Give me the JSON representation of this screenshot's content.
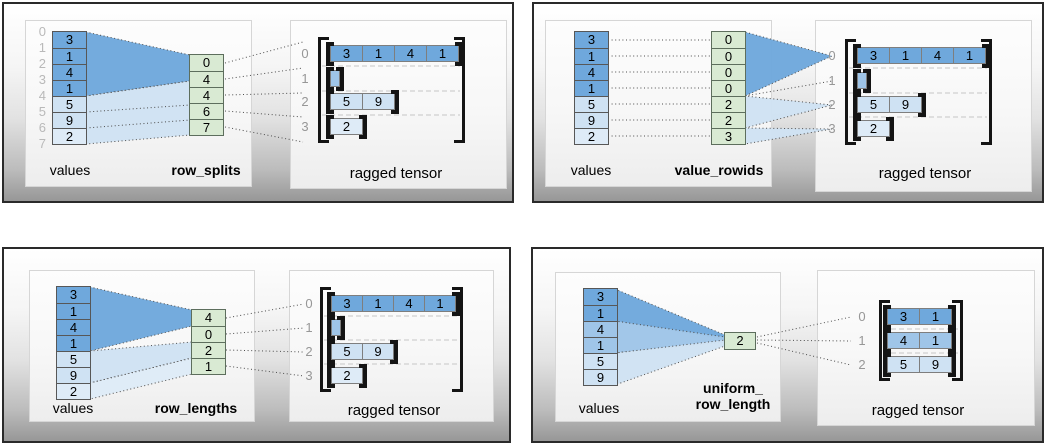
{
  "colors": {
    "shade_dark": "#6fa8dc",
    "shade_medium": "#9fc5e8",
    "shade_light": "#cfe2f3",
    "shade_lighter": "#deebf7",
    "method_cell_green": "#d9ead3",
    "value_index_gray": "#b9b9b9",
    "row_index_gray": "#979797",
    "bracket_black": "#141414"
  },
  "panels": [
    {
      "id": "row_splits",
      "labels": {
        "values": "values",
        "method": "row_splits",
        "tensor": "ragged tensor"
      },
      "values": [
        "3",
        "1",
        "4",
        "1",
        "5",
        "9",
        "2"
      ],
      "value_shades": [
        "dark",
        "dark",
        "dark",
        "dark",
        "light",
        "light",
        "lighter"
      ],
      "value_indices": [
        "0",
        "1",
        "2",
        "3",
        "4",
        "5",
        "6",
        "7"
      ],
      "method_cells": [
        "0",
        "4",
        "4",
        "6",
        "7"
      ],
      "tensor_rows": [
        {
          "index": "0",
          "cells": [
            "3",
            "1",
            "4",
            "1"
          ],
          "shade": "dark"
        },
        {
          "index": "1",
          "cells": [],
          "shade": "medium"
        },
        {
          "index": "2",
          "cells": [
            "5",
            "9"
          ],
          "shade": "light"
        },
        {
          "index": "3",
          "cells": [
            "2"
          ],
          "shade": "lighter"
        }
      ]
    },
    {
      "id": "value_rowids",
      "labels": {
        "values": "values",
        "method": "value_rowids",
        "tensor": "ragged tensor"
      },
      "values": [
        "3",
        "1",
        "4",
        "1",
        "5",
        "9",
        "2"
      ],
      "value_shades": [
        "dark",
        "dark",
        "dark",
        "dark",
        "light",
        "light",
        "lighter"
      ],
      "method_cells": [
        "0",
        "0",
        "0",
        "0",
        "2",
        "2",
        "3"
      ],
      "tensor_rows": [
        {
          "index": "0",
          "cells": [
            "3",
            "1",
            "4",
            "1"
          ],
          "shade": "dark"
        },
        {
          "index": "1",
          "cells": [],
          "shade": "medium"
        },
        {
          "index": "2",
          "cells": [
            "5",
            "9"
          ],
          "shade": "light"
        },
        {
          "index": "3",
          "cells": [
            "2"
          ],
          "shade": "lighter"
        }
      ]
    },
    {
      "id": "row_lengths",
      "labels": {
        "values": "values",
        "method": "row_lengths",
        "tensor": "ragged tensor"
      },
      "values": [
        "3",
        "1",
        "4",
        "1",
        "5",
        "9",
        "2"
      ],
      "value_shades": [
        "dark",
        "dark",
        "dark",
        "dark",
        "light",
        "light",
        "lighter"
      ],
      "method_cells": [
        "4",
        "0",
        "2",
        "1"
      ],
      "tensor_rows": [
        {
          "index": "0",
          "cells": [
            "3",
            "1",
            "4",
            "1"
          ],
          "shade": "dark"
        },
        {
          "index": "1",
          "cells": [],
          "shade": "medium"
        },
        {
          "index": "2",
          "cells": [
            "5",
            "9"
          ],
          "shade": "light"
        },
        {
          "index": "3",
          "cells": [
            "2"
          ],
          "shade": "lighter"
        }
      ]
    },
    {
      "id": "uniform_row_length",
      "labels": {
        "values": "values",
        "method_line1": "uniform_",
        "method_line2": "row_length",
        "tensor": "ragged tensor"
      },
      "values": [
        "3",
        "1",
        "4",
        "1",
        "5",
        "9"
      ],
      "value_shades": [
        "dark",
        "dark",
        "medium",
        "medium",
        "light",
        "light"
      ],
      "method_cells": [
        "2"
      ],
      "tensor_rows": [
        {
          "index": "0",
          "cells": [
            "3",
            "1"
          ],
          "shade": "dark"
        },
        {
          "index": "1",
          "cells": [
            "4",
            "1"
          ],
          "shade": "medium"
        },
        {
          "index": "2",
          "cells": [
            "5",
            "9"
          ],
          "shade": "light"
        }
      ]
    }
  ]
}
